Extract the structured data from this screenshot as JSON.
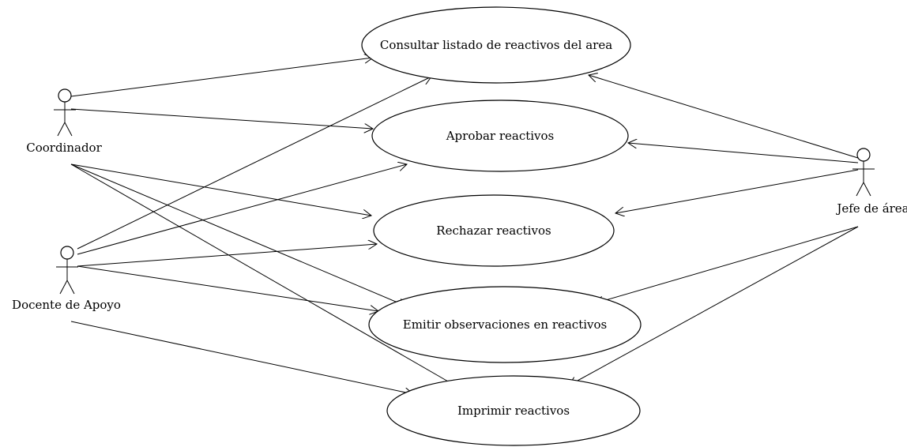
{
  "actors": {
    "coordinador": "Coordinador",
    "docente": "Docente de Apoyo",
    "jefe": "Jefe de área"
  },
  "use_cases": {
    "consultar": "Consultar listado de reactivos del area",
    "aprobar": "Aprobar reactivos",
    "rechazar": "Rechazar reactivos",
    "emitir": "Emitir observaciones en reactivos",
    "imprimir": "Imprimir reactivos"
  }
}
